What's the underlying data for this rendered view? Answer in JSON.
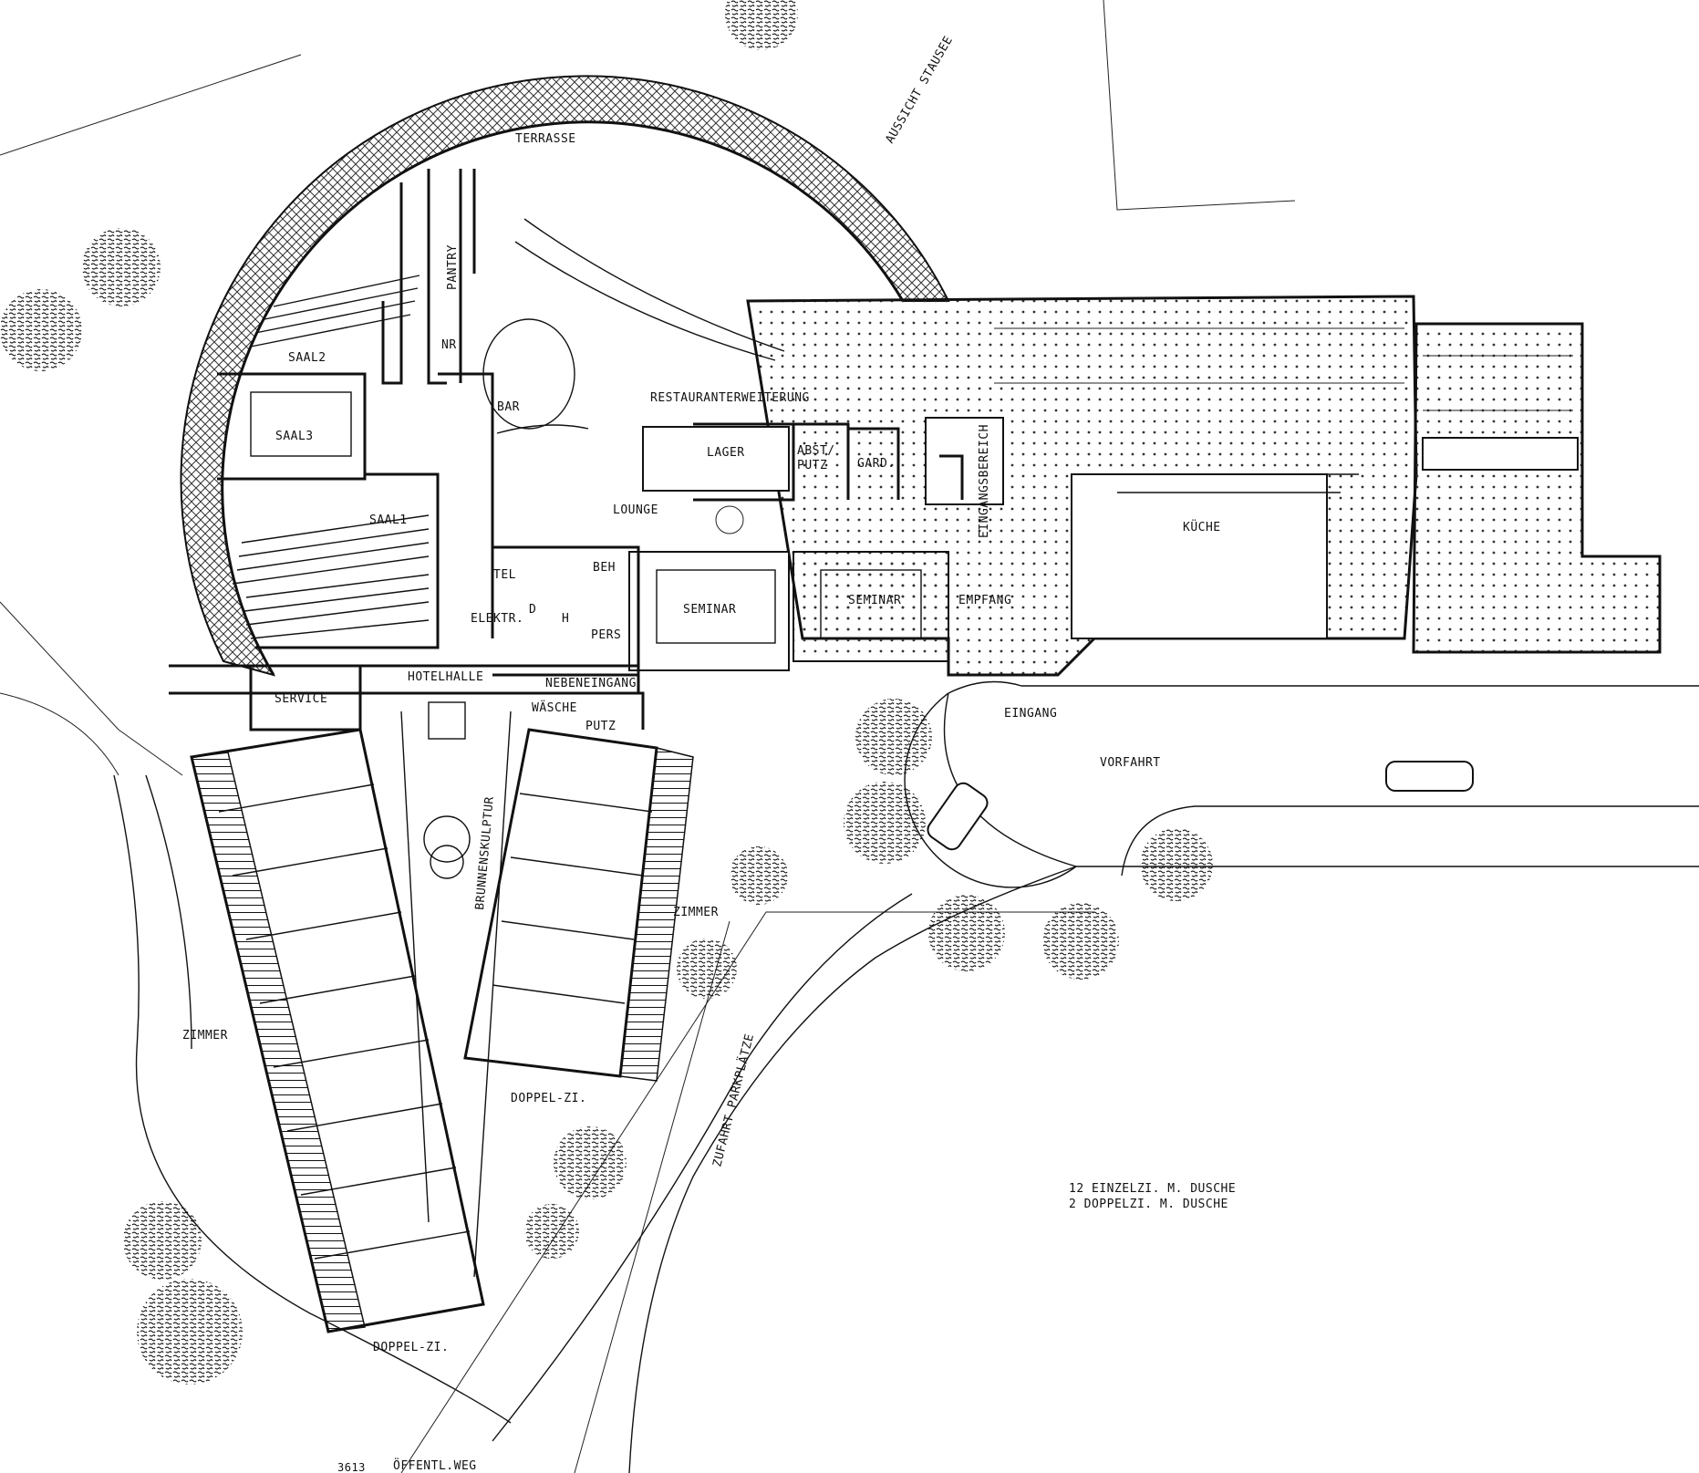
{
  "plan": {
    "labels": {
      "aussicht": "AUSSICHT STAUSEE",
      "terrasse": "TERRASSE",
      "pantry": "PANTRY",
      "nr": "NR",
      "saal2": "SAAL2",
      "saal3": "SAAL3",
      "saal1": "SAAL1",
      "bar": "BAR",
      "restaurant": "RESTAURANTERWEITERUNG",
      "lager": "LAGER",
      "abst": "ABST/",
      "putz_top": "PUTZ",
      "gard": "GARD.",
      "eingangsbereich": "EINGANGSBEREICH",
      "lounge": "LOUNGE",
      "kueche": "KÜCHE",
      "tel": "TEL",
      "beh": "BEH",
      "elektr": "ELEKTR.",
      "d": "D",
      "h": "H",
      "pers": "PERS",
      "seminar1": "SEMINAR",
      "seminar2": "SEMINAR",
      "empfang": "EMPFANG",
      "service": "SERVICE",
      "hotelhalle": "HOTELHALLE",
      "nebeneingang": "NEBENEINGANG",
      "waesche": "WÄSCHE",
      "putz": "PUTZ",
      "eingang": "EINGANG",
      "vorfahrt": "VORFAHRT",
      "brunnenskulptur": "BRUNNENSKULPTUR",
      "zimmer_right": "ZIMMER",
      "zimmer_left": "ZIMMER",
      "doppel1": "DOPPEL-ZI.",
      "doppel2": "DOPPEL-ZI.",
      "zufahrt": "ZUFAHRT PARKPLÄTZE",
      "note1": "12 EINZELZI. M. DUSCHE",
      "note2": "2 DOPPELZI. M. DUSCHE",
      "oeffentl": "ÖFFENTL.WEG",
      "corner": "3613"
    }
  }
}
